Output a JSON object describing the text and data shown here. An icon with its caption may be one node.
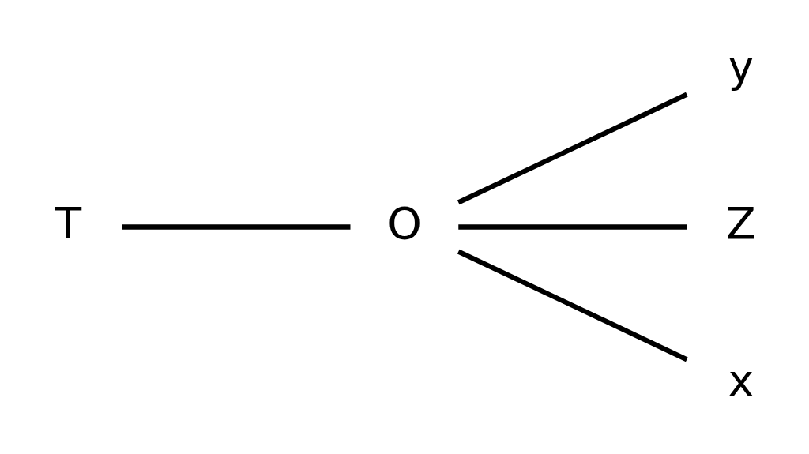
{
  "diagram": {
    "nodes": [
      {
        "text": [
          "T"
        ]
      },
      {
        "text": [
          "O"
        ]
      },
      {
        "text": [
          "y"
        ]
      },
      {
        "text": [
          "Z"
        ]
      },
      {
        "text": [
          "x"
        ]
      }
    ],
    "edges": [
      {
        "from": 0,
        "to": 1,
        "arrow": "none"
      },
      {
        "from": 1,
        "to": 2,
        "arrow": "none"
      },
      {
        "from": 1,
        "to": 3,
        "arrow": "none"
      },
      {
        "from": 1,
        "to": 4,
        "arrow": "none"
      }
    ]
  }
}
